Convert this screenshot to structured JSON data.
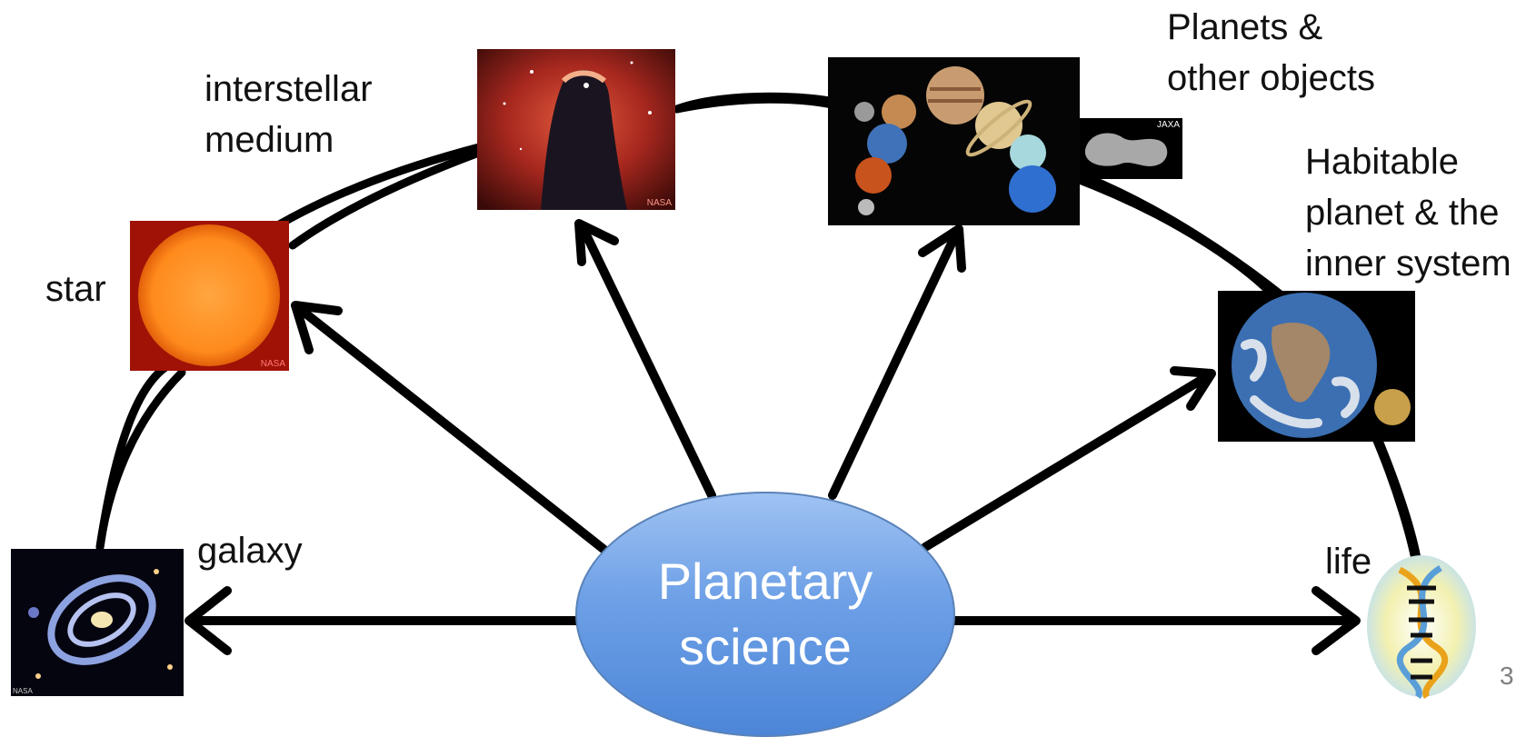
{
  "center": {
    "line1": "Planetary",
    "line2": "science"
  },
  "labels": {
    "interstellar_line1": "interstellar",
    "interstellar_line2": "medium",
    "planets_line1": "Planets &",
    "planets_line2": "other objects",
    "habitable_line1": "Habitable",
    "habitable_line2": "planet & the",
    "habitable_line3": "inner system",
    "star": "star",
    "galaxy": "galaxy",
    "life": "life"
  },
  "credits": {
    "nebula": "NASA",
    "sun": "NASA",
    "asteroid": "JAXA",
    "galaxy": "NASA"
  },
  "page_number": "3",
  "colors": {
    "arrow": "#000000",
    "oval_top": "#9fc2f2",
    "oval_bottom": "#4d86d8",
    "oval_text": "#ffffff",
    "sun": "#ff8a1c",
    "nebula": "#b0342a"
  }
}
